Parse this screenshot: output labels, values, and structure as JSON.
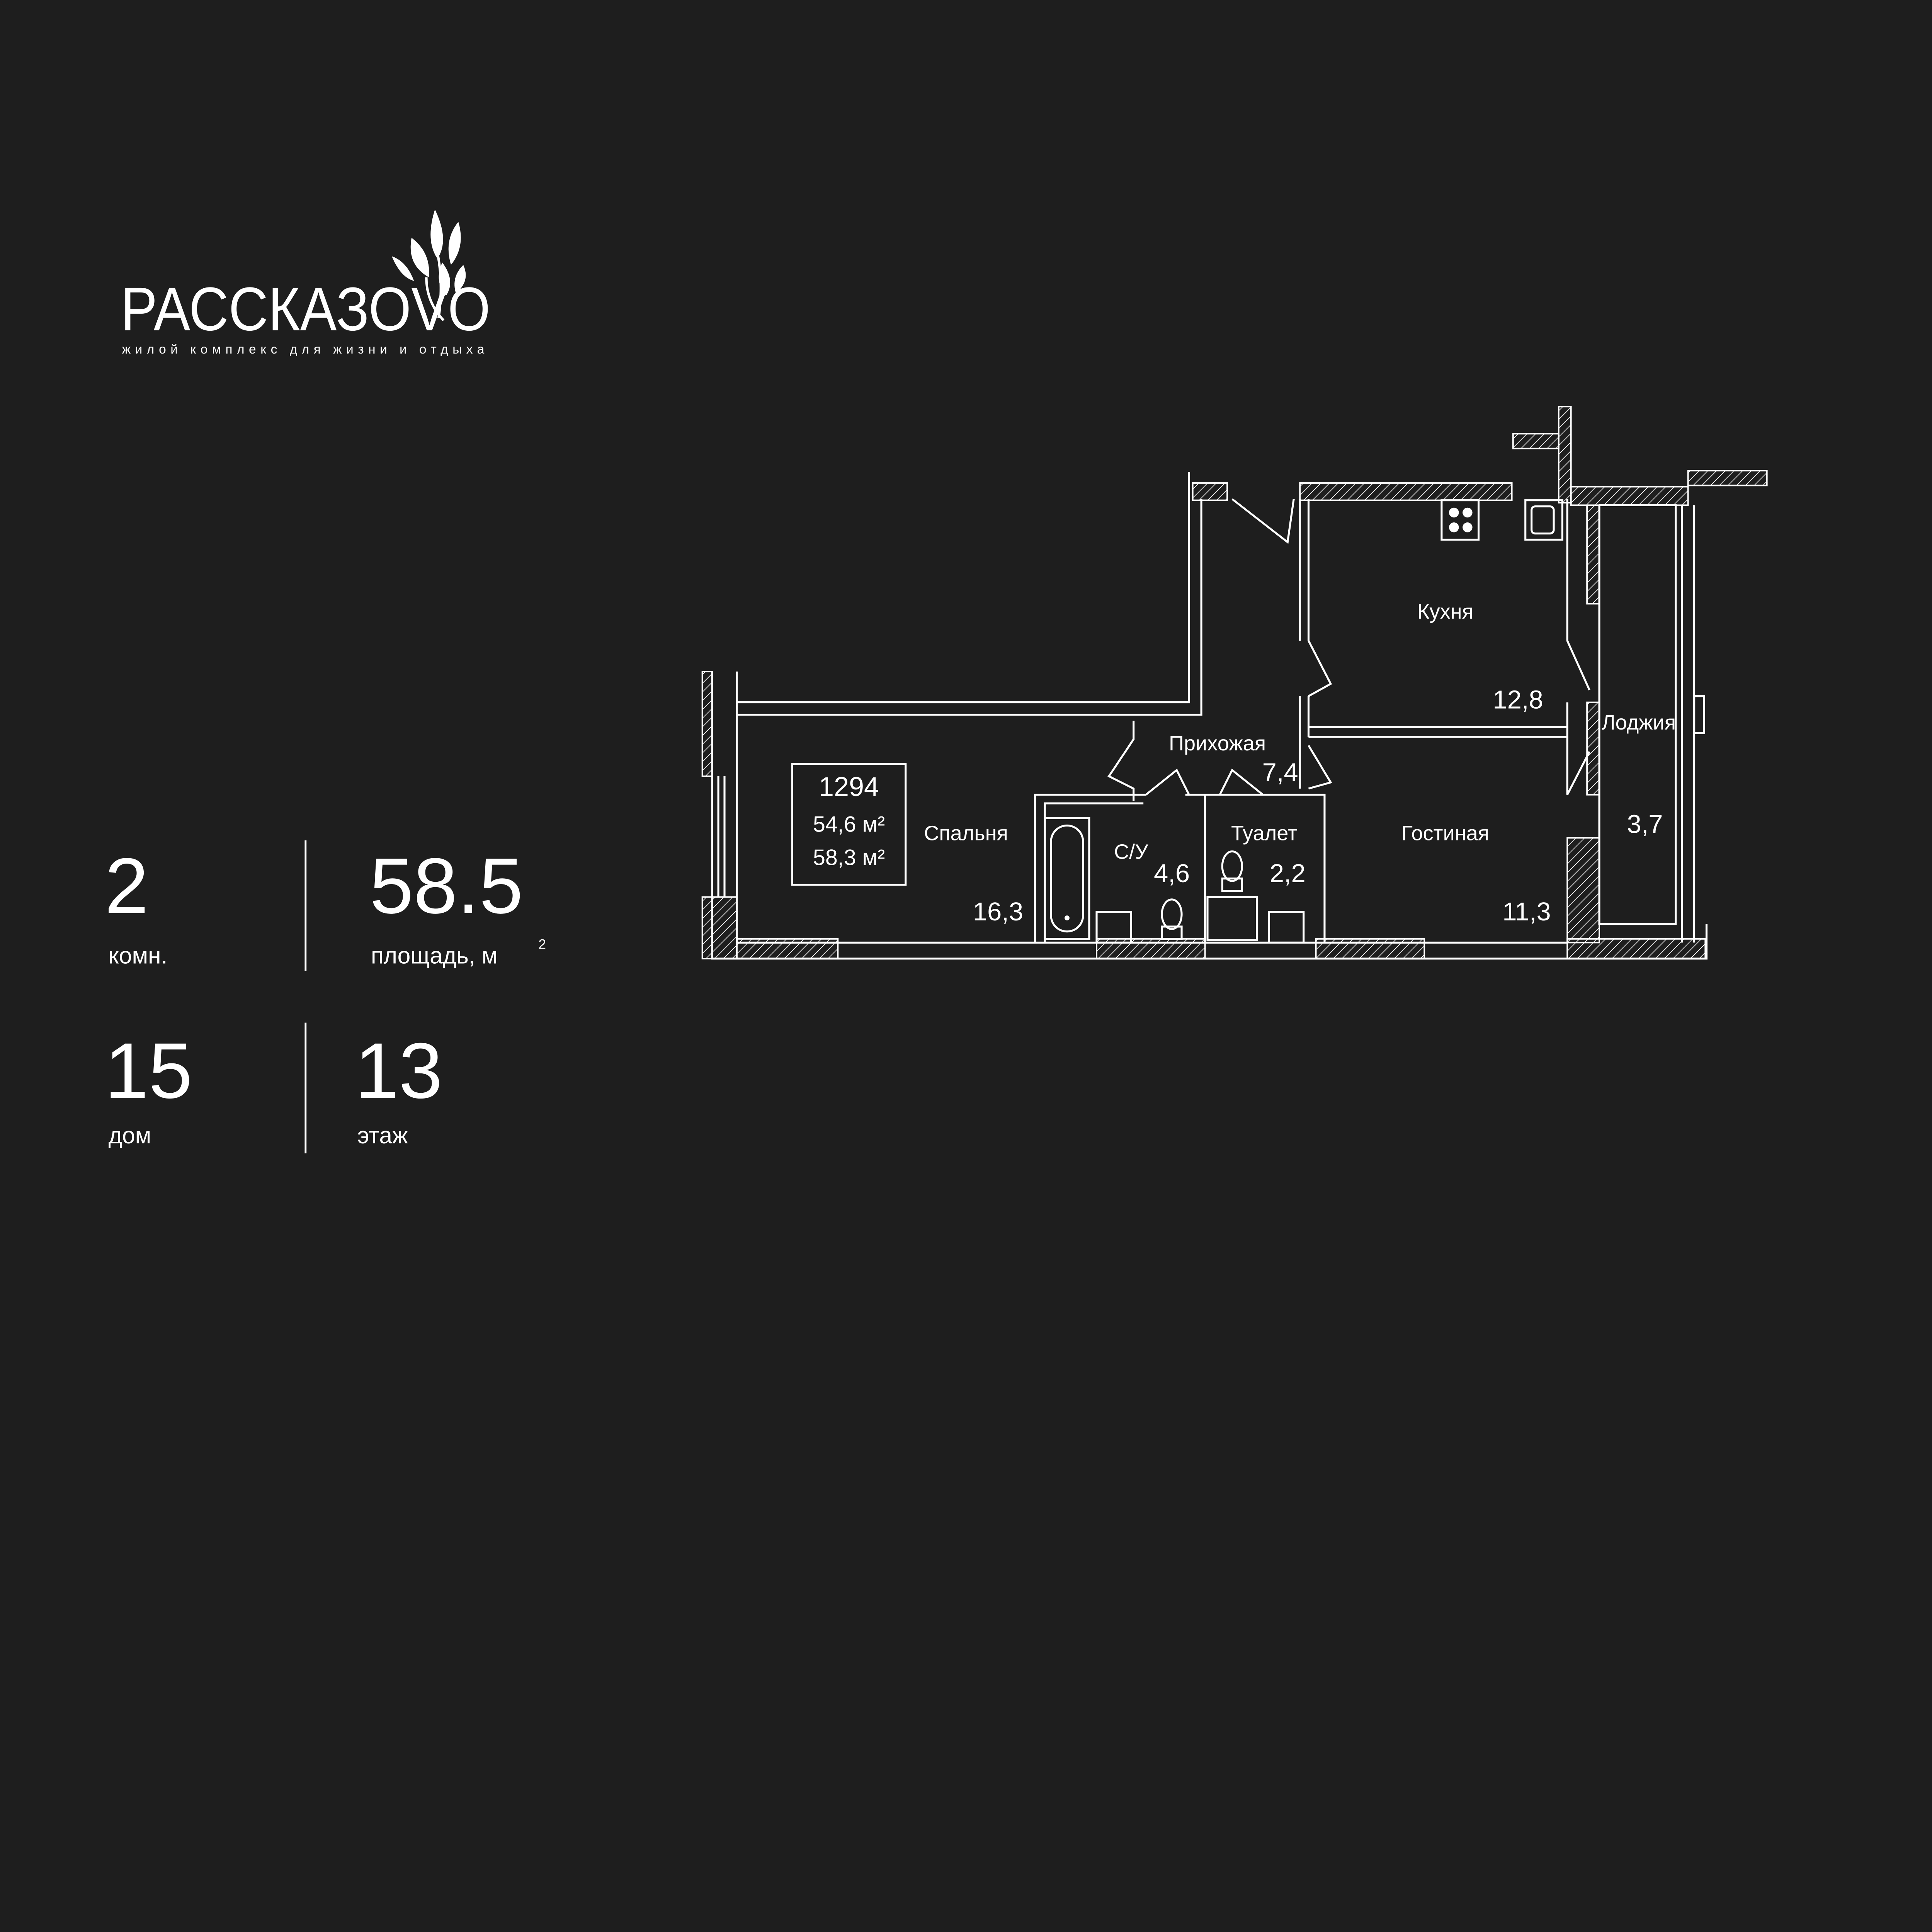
{
  "brand": {
    "name": "РАССКАЗОVО",
    "tagline": "жилой комплекс для жизни и отдыха"
  },
  "stats": {
    "rooms": {
      "value": "2",
      "label": "комн."
    },
    "area": {
      "value": "58.5",
      "label": "площадь, м",
      "sup": "2"
    },
    "house": {
      "value": "15",
      "label": "дом"
    },
    "floor": {
      "value": "13",
      "label": "этаж"
    }
  },
  "plan": {
    "apartment_number": "1294",
    "living_area": "54,6 м²",
    "total_area": "58,3 м²",
    "rooms": [
      {
        "name": "Кухня",
        "area": "12,8"
      },
      {
        "name": "Лоджия",
        "area": "3,7"
      },
      {
        "name": "Прихожая",
        "area": "7,4"
      },
      {
        "name": "Спальня",
        "area": "16,3"
      },
      {
        "name": "С/У",
        "area": "4,6"
      },
      {
        "name": "Туалет",
        "area": "2,2"
      },
      {
        "name": "Гостиная",
        "area": "11,3"
      }
    ]
  },
  "colors": {
    "background": "#1e1e1e",
    "foreground": "#ffffff"
  }
}
